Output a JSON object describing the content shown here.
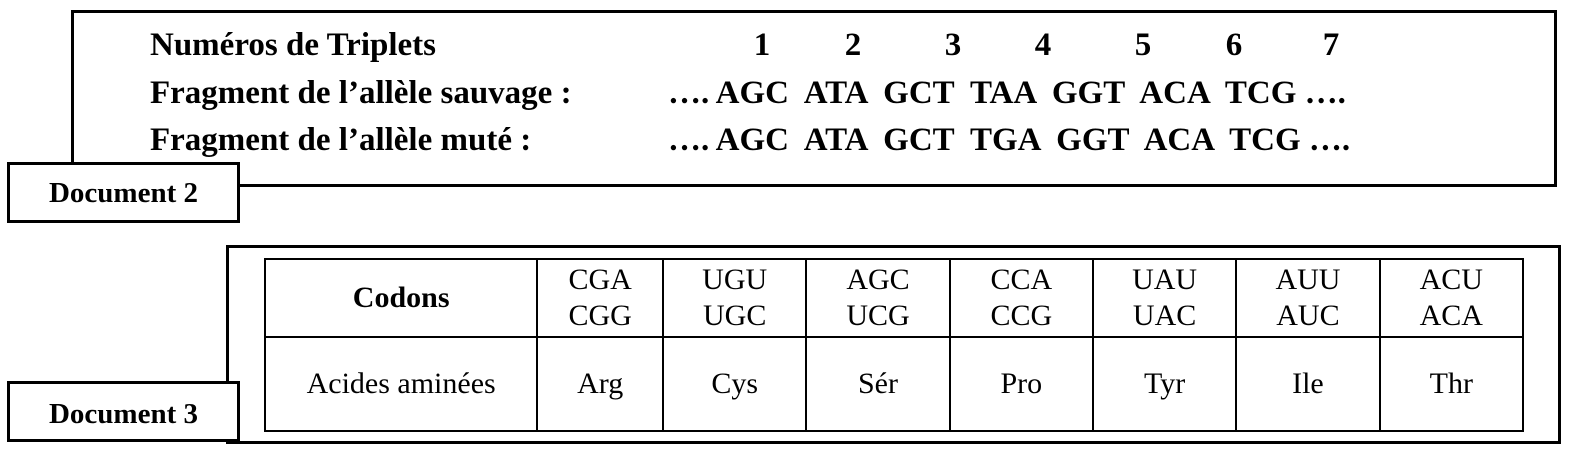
{
  "document2": {
    "label": "Document 2",
    "header_label": "Numéros de Triplets",
    "triplet_numbers": [
      "1",
      "2",
      "3",
      "4",
      "5",
      "6",
      "7"
    ],
    "wild_label": "Fragment de l’allèle sauvage :",
    "wild_sequence": "…. AGC  ATA  GCT  TAA  GGT  ACA  TCG ….",
    "mutant_label": "Fragment de l’allèle muté :",
    "mutant_sequence": "…. AGC  ATA  GCT  TGA  GGT  ACA  TCG …."
  },
  "document3": {
    "label": "Document 3",
    "codons_header": "Codons",
    "amino_header": "Acides aminées",
    "columns": [
      {
        "codon1": "CGA",
        "codon2": "CGG",
        "amino": "Arg"
      },
      {
        "codon1": "UGU",
        "codon2": "UGC",
        "amino": "Cys"
      },
      {
        "codon1": "AGC",
        "codon2": "UCG",
        "amino": "Sér"
      },
      {
        "codon1": "CCA",
        "codon2": "CCG",
        "amino": "Pro"
      },
      {
        "codon1": "UAU",
        "codon2": "UAC",
        "amino": "Tyr"
      },
      {
        "codon1": "AUU",
        "codon2": "AUC",
        "amino": "Ile"
      },
      {
        "codon1": "ACU",
        "codon2": "ACA",
        "amino": "Thr"
      }
    ]
  }
}
